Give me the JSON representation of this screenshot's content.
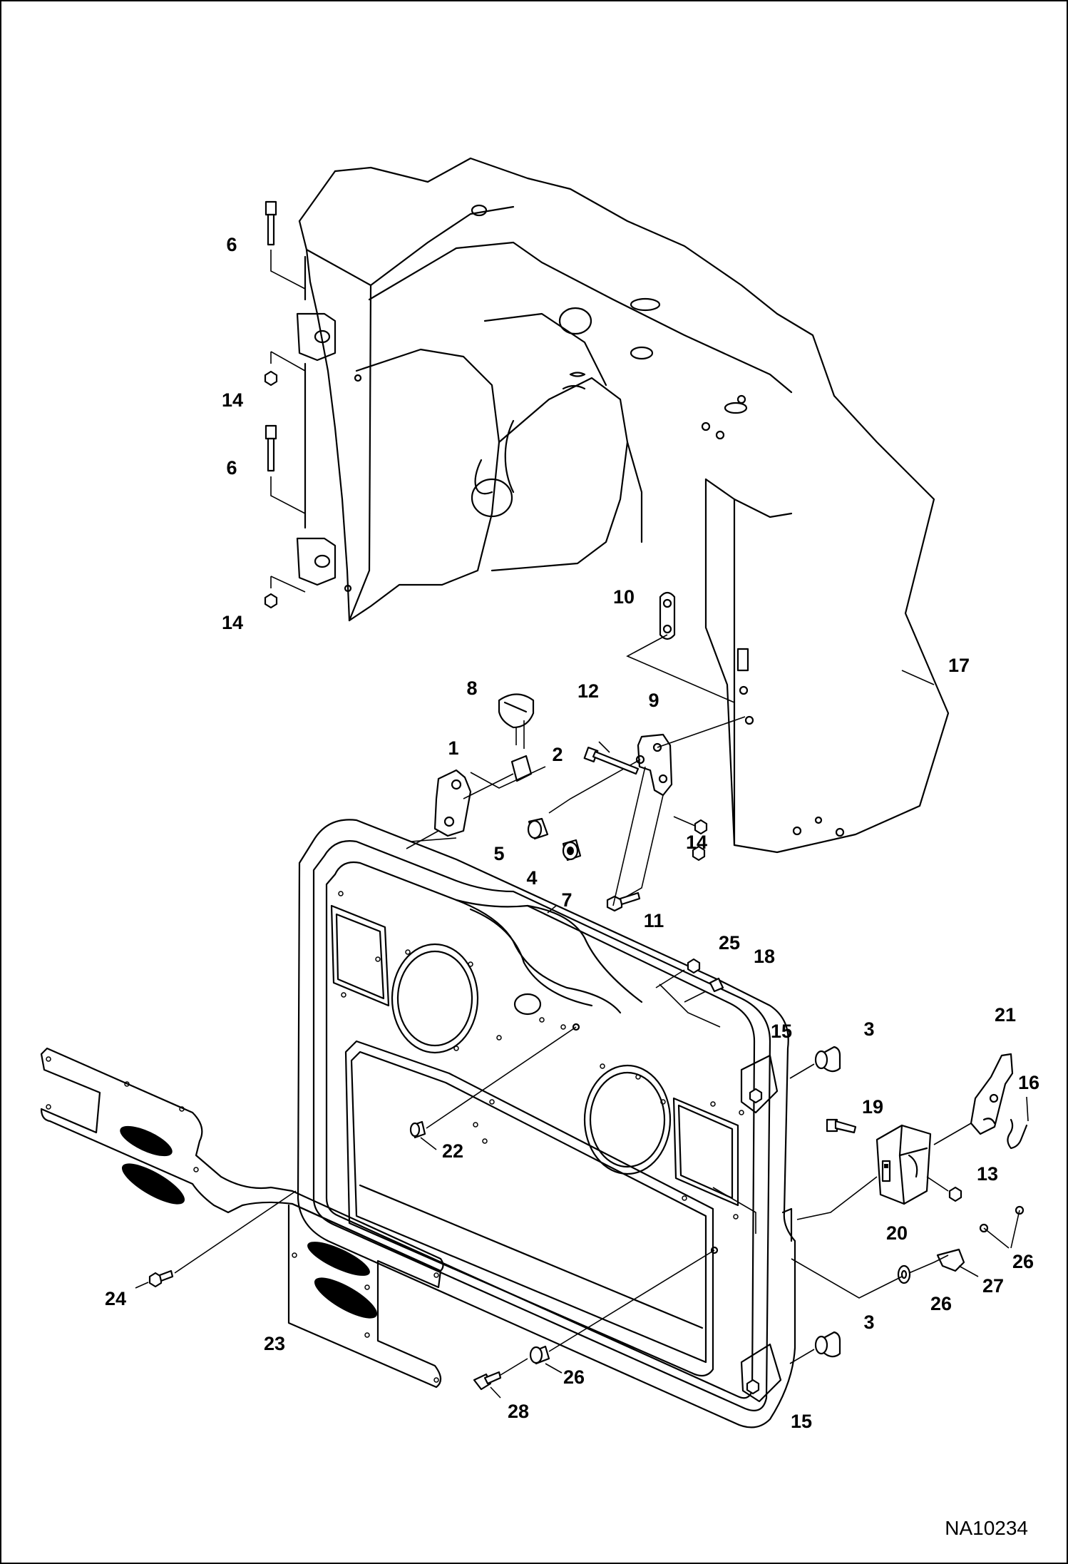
{
  "figure_code": "NA10234",
  "callouts": {
    "c1": "1",
    "c2": "2",
    "c3a": "3",
    "c3b": "3",
    "c4": "4",
    "c5": "5",
    "c6a": "6",
    "c6b": "6",
    "c7": "7",
    "c8": "8",
    "c9": "9",
    "c10": "10",
    "c11": "11",
    "c12": "12",
    "c13": "13",
    "c14a": "14",
    "c14b": "14",
    "c14c": "14",
    "c15a": "15",
    "c15b": "15",
    "c16": "16",
    "c17": "17",
    "c18": "18",
    "c19": "19",
    "c20": "20",
    "c21": "21",
    "c22": "22",
    "c23": "23",
    "c24": "24",
    "c25": "25",
    "c26a": "26",
    "c26b": "26",
    "c26c": "26",
    "c26d": "26",
    "c27": "27",
    "c28": "28"
  }
}
